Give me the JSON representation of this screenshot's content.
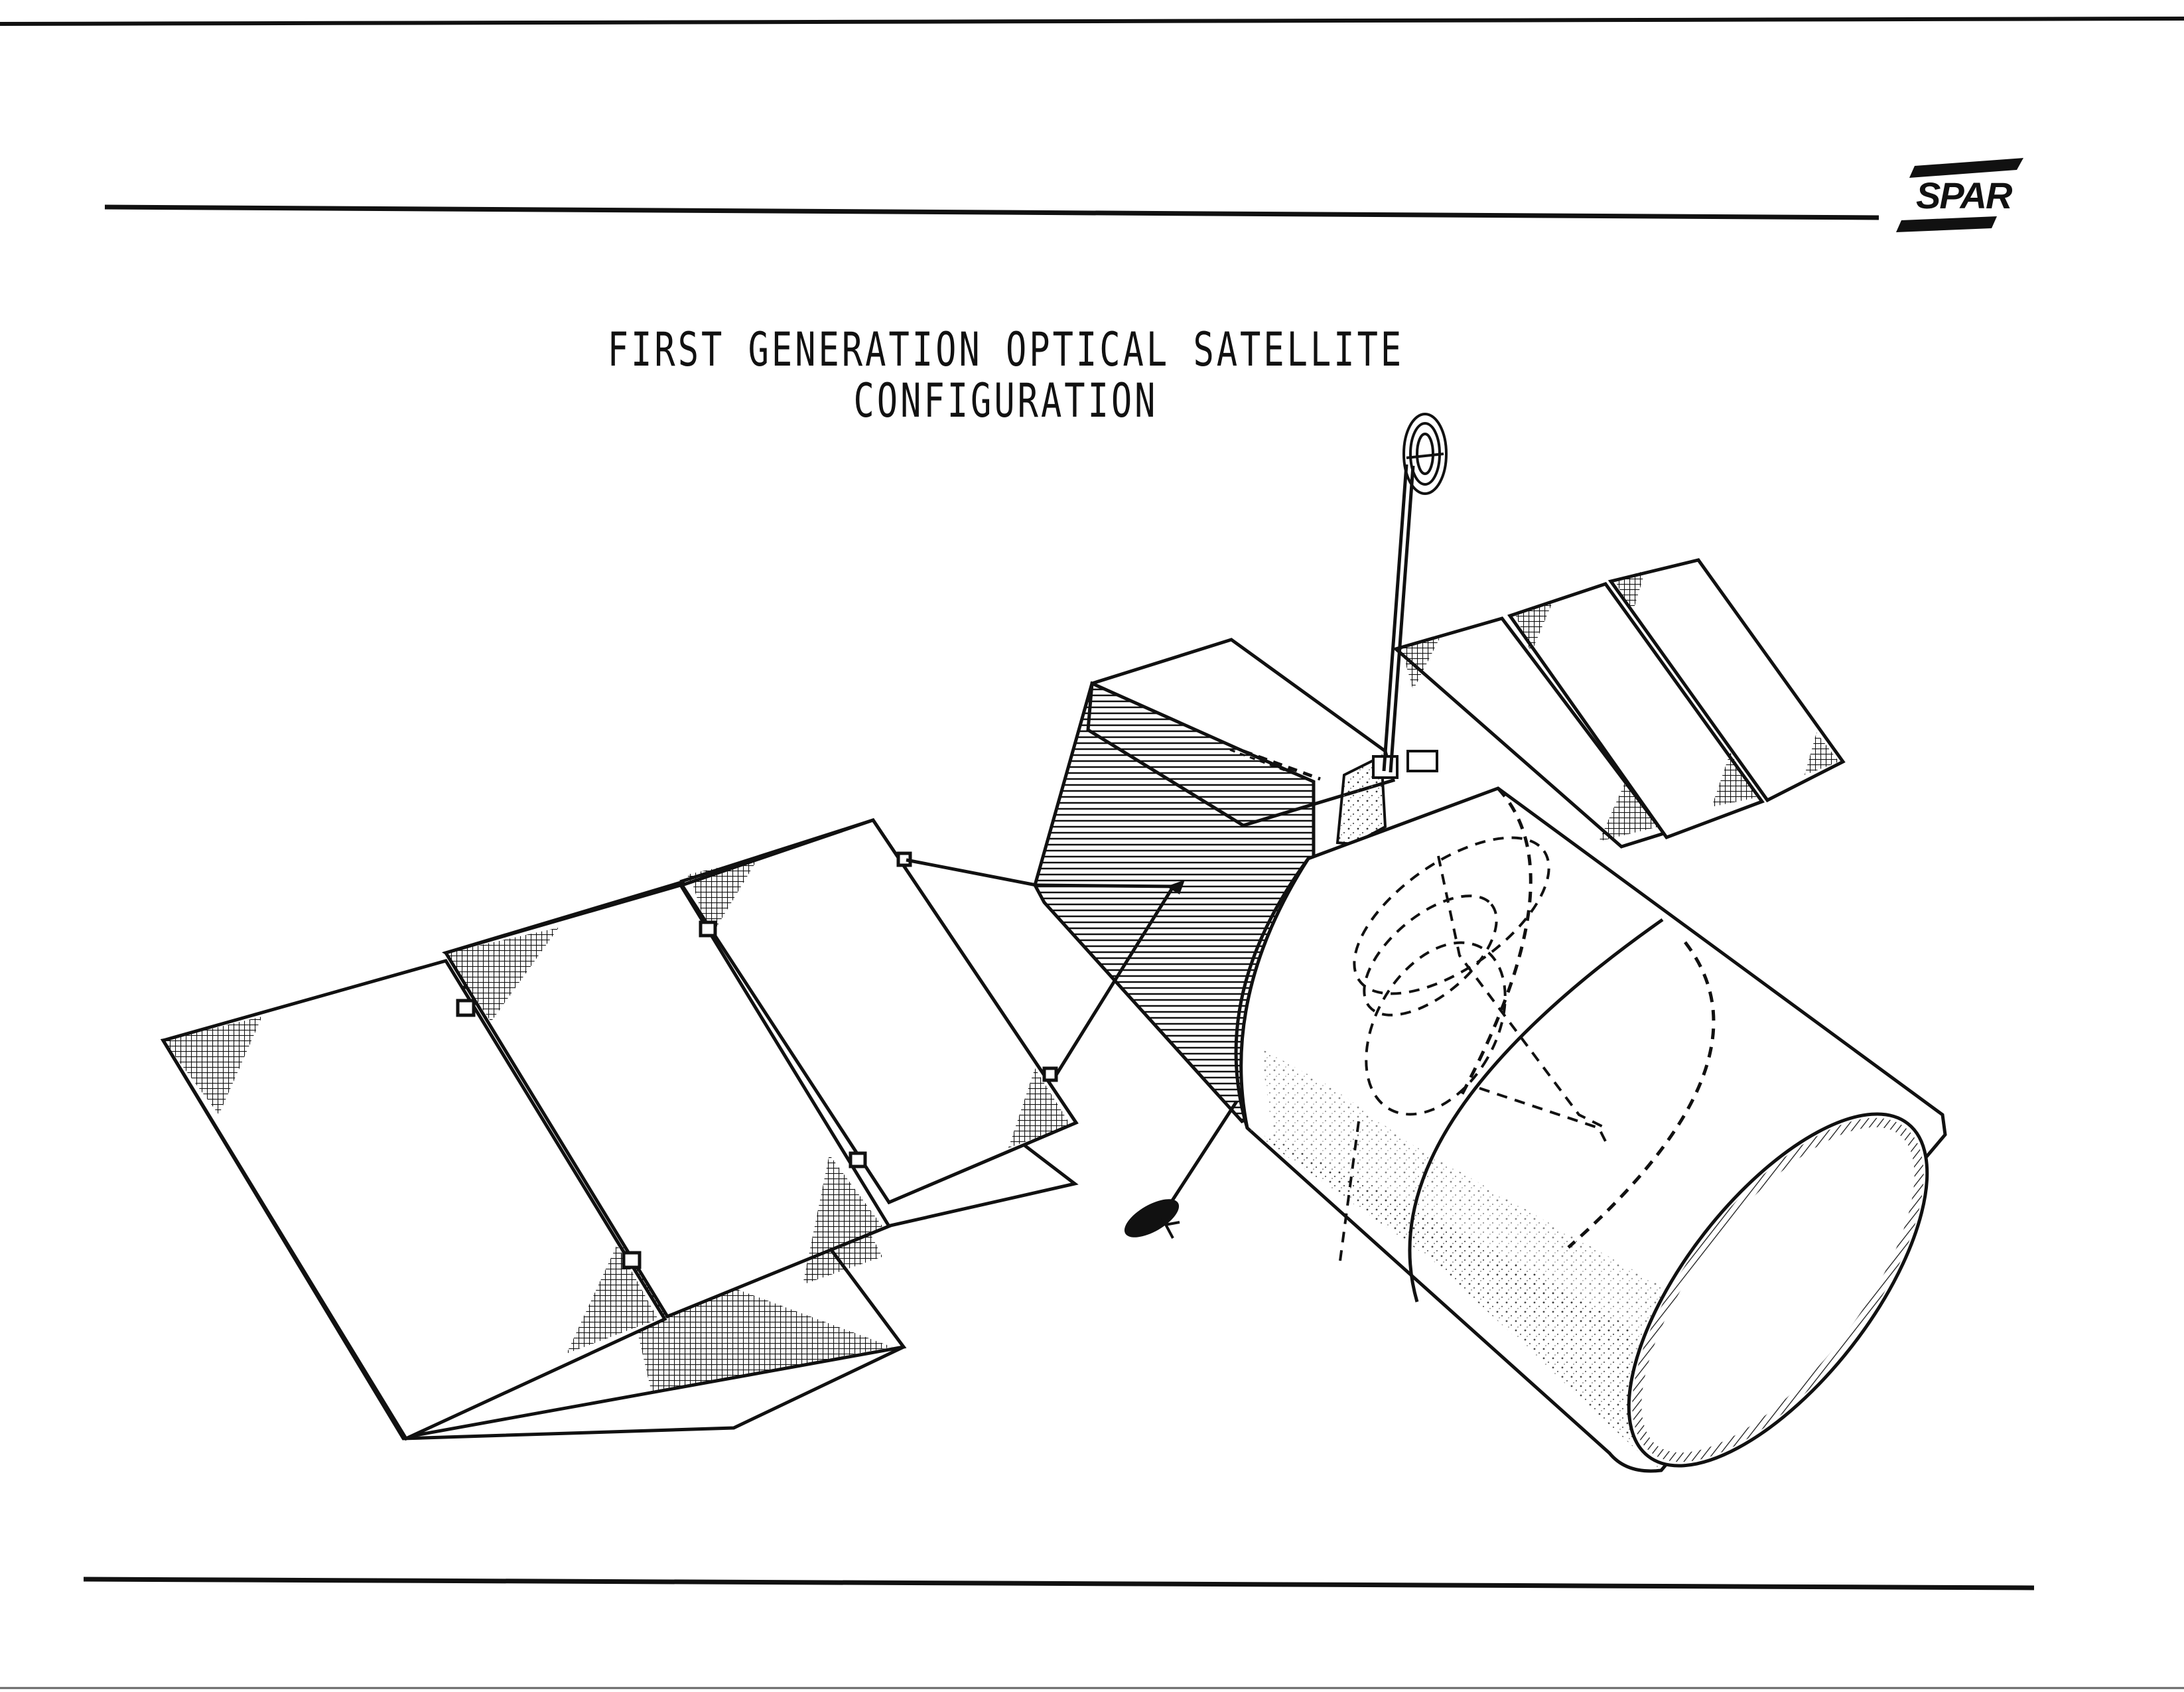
{
  "title": {
    "line1": "FIRST GENERATION OPTICAL SATELLITE",
    "line2": "CONFIGURATION"
  },
  "logo": {
    "text": "SPAR"
  },
  "colors": {
    "ink": "#111111",
    "paper": "#ffffff",
    "shade": "#555555"
  }
}
